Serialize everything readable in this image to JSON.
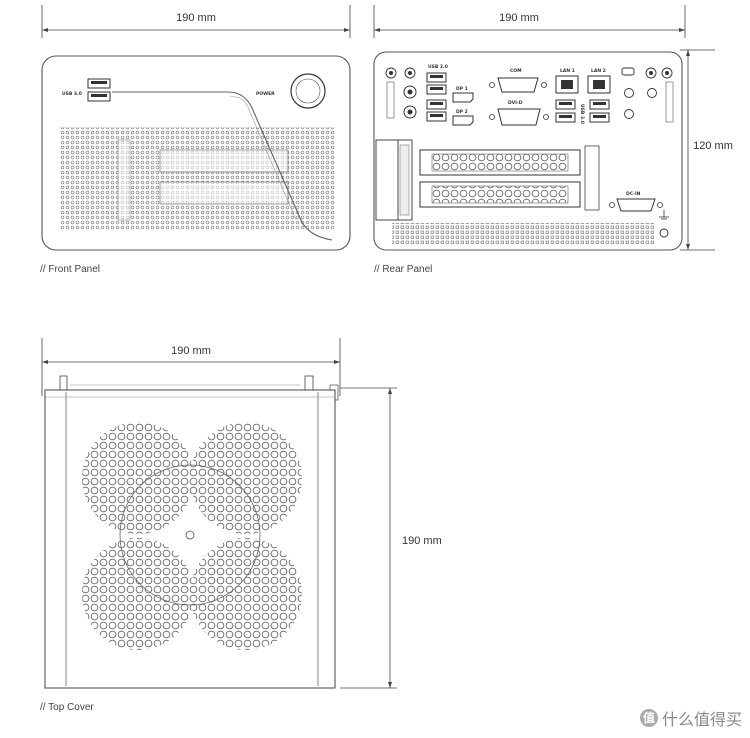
{
  "front_panel": {
    "width_label": "190 mm",
    "caption": "// Front Panel",
    "usb_label": "USB 3.0",
    "power_label": "POWER"
  },
  "rear_panel": {
    "width_label": "190 mm",
    "height_label": "120 mm",
    "caption": "// Rear Panel",
    "port_labels": {
      "usb20": "USB 2.0",
      "dp1": "DP 1",
      "dp2": "DP 2",
      "com": "COM",
      "dvid": "DVI-D",
      "lan1": "LAN 1",
      "lan2": "LAN 2",
      "usb30": "USB 3.0",
      "dcin": "DC-IN"
    }
  },
  "top_cover": {
    "width_label": "190 mm",
    "depth_label": "190 mm",
    "caption": "// Top Cover"
  },
  "watermark": {
    "badge": "值",
    "text": "什么值得买"
  }
}
